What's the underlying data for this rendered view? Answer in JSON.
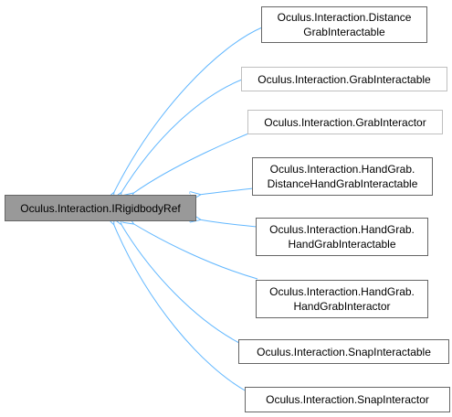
{
  "diagram": {
    "base": {
      "label": "Oculus.Interaction.IRigidbodyRef"
    },
    "derived": [
      {
        "line1": "Oculus.Interaction.Distance",
        "line2": "GrabInteractable"
      },
      {
        "line1": "Oculus.Interaction.GrabInteractable",
        "line2": ""
      },
      {
        "line1": "Oculus.Interaction.GrabInteractor",
        "line2": ""
      },
      {
        "line1": "Oculus.Interaction.HandGrab.",
        "line2": "DistanceHandGrabInteractable"
      },
      {
        "line1": "Oculus.Interaction.HandGrab.",
        "line2": "HandGrabInteractable"
      },
      {
        "line1": "Oculus.Interaction.HandGrab.",
        "line2": "HandGrabInteractor"
      },
      {
        "line1": "Oculus.Interaction.SnapInteractable",
        "line2": ""
      },
      {
        "line1": "Oculus.Interaction.SnapInteractor",
        "line2": ""
      }
    ],
    "colors": {
      "edge": "#63b8ff",
      "base_fill": "#999999",
      "node_border": "#666666",
      "faint_border": "#bfbfbf"
    }
  }
}
